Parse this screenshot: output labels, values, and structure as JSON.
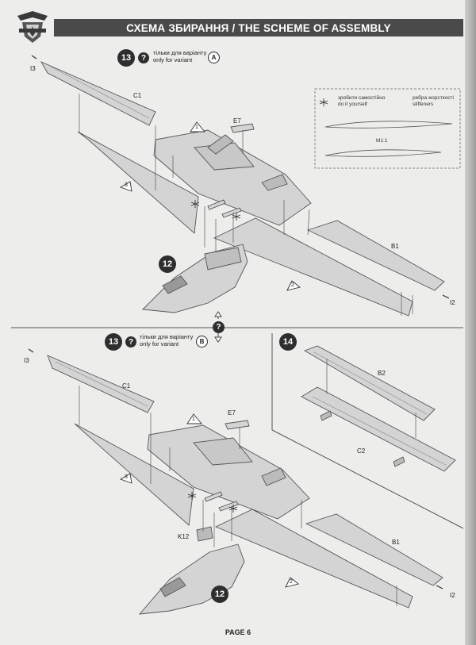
{
  "header": {
    "title": "СХЕМА ЗБИРАННЯ / THE SCHEME OF ASSEMBLY"
  },
  "step13a": {
    "step_number": "13",
    "variant_ua": "тільки для варіанту",
    "variant_en": "only for variant",
    "variant_letter": "A"
  },
  "step13b": {
    "step_number": "13",
    "variant_ua": "тільки для варіанту",
    "variant_en": "only for variant",
    "variant_letter": "B"
  },
  "step12": {
    "step_number": "12"
  },
  "step14": {
    "step_number": "14"
  },
  "choice_icon": "?",
  "detail_box": {
    "diy_ua": "зробити самостійно",
    "diy_en": "do it yourself",
    "stiffeners_ua": "ребра жорсткості",
    "stiffeners_en": "stiffeners",
    "scale": "M1:1"
  },
  "part_labels": {
    "i3": "I3",
    "c1": "C1",
    "e7": "E7",
    "b1": "B1",
    "i2": "I2",
    "b2": "B2",
    "c2": "C2",
    "k12": "K12"
  },
  "triangle_marks": [
    "1",
    "2",
    "3"
  ],
  "footer": {
    "page": "PAGE 6"
  }
}
